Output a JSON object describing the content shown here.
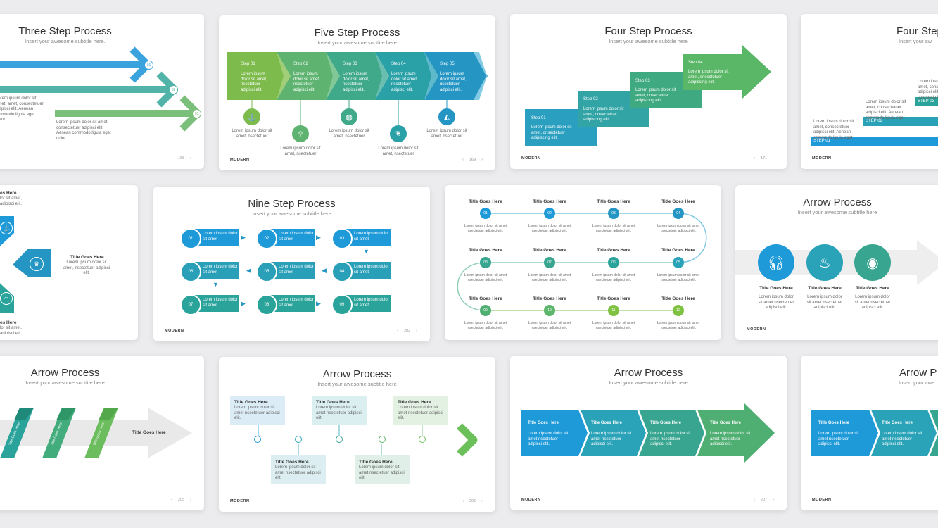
{
  "slides": {
    "three_step": {
      "title": "Three Step Process",
      "subtitle": "Insert your awesome subtitle here.",
      "steps": [
        "01",
        "02",
        "03"
      ],
      "text_a": "amet, consectetuer adipisci elit. Aenean commodo ligula eget dolor.",
      "text_a_head": "Lorem ipsum dolor sit amet,",
      "text_b": "Lorem ipsum dolor sit amet, consectetuer adipisci elit. Aenean commodo ligula eget dolor.",
      "page": "168"
    },
    "five_step": {
      "title": "Five Step Process",
      "subtitle": "Insert your awesome subtitle here",
      "steps": [
        "Step 01",
        "Step 02",
        "Step 03",
        "Step 04",
        "Step 05"
      ],
      "step_text": "Lorem ipsum dolor sit amet, nsectetuer adipisci elit.",
      "icon_text": "Lorem ipsum dolor sit amet, nsectetuer",
      "brand": "MODERN",
      "page": "169"
    },
    "four_step": {
      "title": "Four Step Process",
      "subtitle": "Insert your awesome subtitle here",
      "steps": [
        "Step 01",
        "Step 02",
        "Step 03",
        "Step 04"
      ],
      "step_text": "Lorem ipsum dolor sit amet, onsectetuer adipiscing elit.",
      "brand": "MODERN",
      "page": "171"
    },
    "four_step_b": {
      "title": "Four Step",
      "subtitle": "Insert your aw",
      "steps": [
        "STEP 01",
        "STEP 02",
        "STEP 03"
      ],
      "text": "Lorem ipsum dolor sit amet, consectetuer adipisci elit. Aenean commodo ligula eget",
      "brand": "MODERN"
    },
    "left_partial": {
      "head_a": "es Here",
      "text_a": "lor sit amet, adipisci elit.",
      "label": "Title Goes Here",
      "label_text": "Lorem ipsum dolor sit amet, nsectetuer adipisci elit.",
      "head_b": "es Here",
      "text_b": "lor sit amet, adipisci elit."
    },
    "nine_step": {
      "title": "Nine Step Process",
      "subtitle": "Insert your awesome subtitle here",
      "steps": [
        "01",
        "02",
        "03",
        "04",
        "05",
        "06",
        "07",
        "08",
        "09"
      ],
      "step_text": "Lorem ipsum dolor sit amet",
      "brand": "MODERN",
      "page": "202"
    },
    "timeline": {
      "label": "Title Goes Here",
      "text": "Lorem ipsum dolor sit amet nsectetuer adipisci elit.",
      "nodes": [
        "01",
        "02",
        "03",
        "04",
        "05",
        "06",
        "07",
        "08",
        "09",
        "10",
        "11",
        "12"
      ]
    },
    "arrow_process_a": {
      "title": "Arrow Process",
      "subtitle": "Insert your awesome subtitle here",
      "label": "Title Goes Here",
      "text": "Lorem ipsum dolor sit amet nsectetuer adipisci elit.",
      "brand": "MODERN"
    },
    "arrow_process_b": {
      "title": "Arrow Process",
      "subtitle": "Insert your awesome subtitle here",
      "ribbon_label": "Title Goes Here",
      "end_label": "Title Goes Here",
      "page": "205"
    },
    "arrow_process_c": {
      "title": "Arrow Process",
      "subtitle": "Insert your awesome subtitle here",
      "label": "Title Goes Here",
      "text": "Lorem ipsum dolor sit amet nsectetuer adipisci elit.",
      "brand": "MODERN",
      "page": "206"
    },
    "arrow_process_d": {
      "title": "Arrow Process",
      "subtitle": "Insert your awesome subtitle here",
      "label": "Title Goes Here",
      "text": "Lorem ipsum dolor sit amet nsectetuer adipisci elit.",
      "brand": "MODERN",
      "page": "207"
    },
    "arrow_process_e": {
      "title": "Arrow P",
      "subtitle": "Insert your awe",
      "label": "Title Goes Here",
      "text": "Lorem ipsum dolor sit amet nsectetuer adipisci elit.",
      "brand": "MODERN"
    }
  },
  "colors": {
    "blue": "#1e9ad8",
    "teal_blue": "#2aa2b8",
    "teal": "#37a590",
    "green": "#5bb56a",
    "light_green": "#7fc241",
    "light_blue": "#7ec8e3"
  }
}
